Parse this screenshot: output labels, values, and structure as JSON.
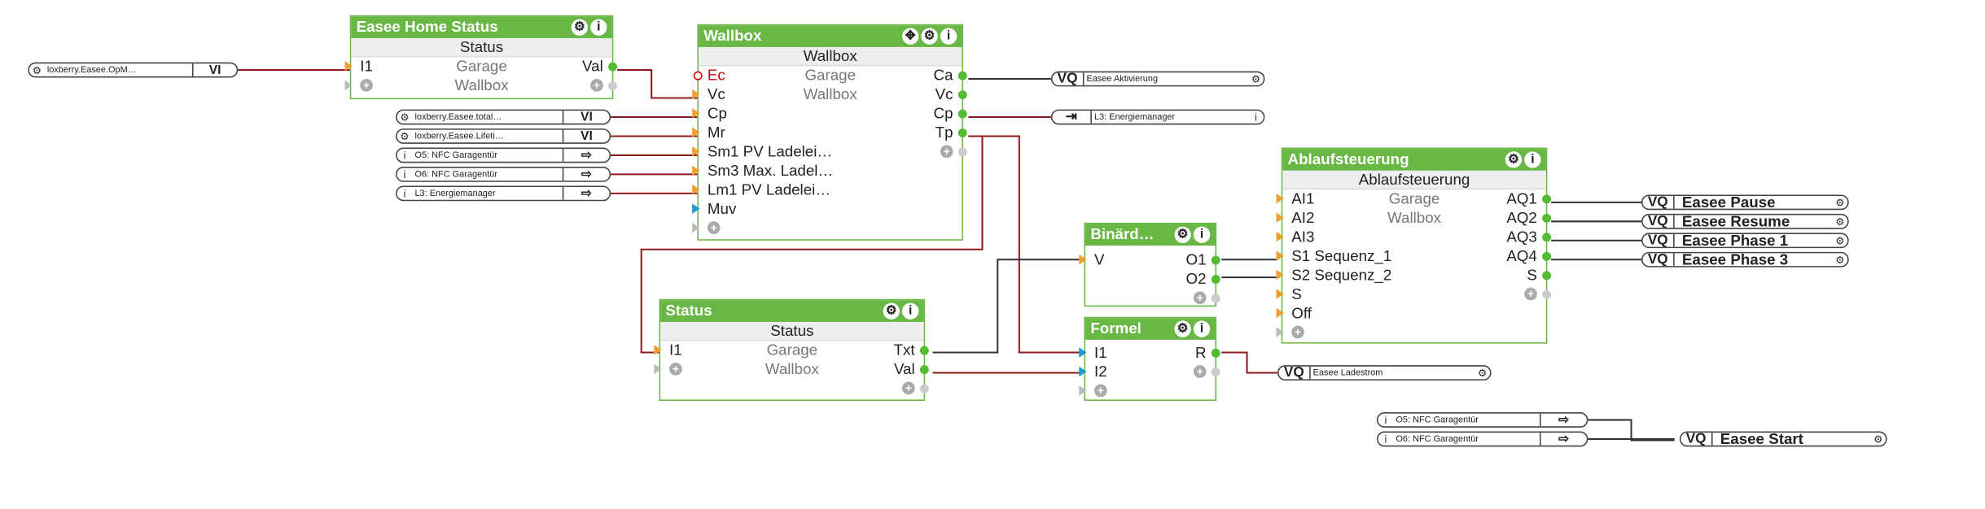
{
  "blocks": {
    "easee_home": {
      "title": "Easee Home Status",
      "name": "Status",
      "in": [
        "I1"
      ],
      "out": [
        "Val"
      ],
      "mid": [
        "Garage",
        "Wallbox"
      ]
    },
    "wallbox": {
      "title": "Wallbox",
      "name": "Wallbox",
      "in": [
        "Ec",
        "Vc",
        "Cp",
        "Mr",
        "Sm1 PV Ladelei…",
        "Sm3 Max. Ladel…",
        "Lm1 PV Ladelei…",
        "Muv"
      ],
      "out": [
        "Ca",
        "Vc",
        "Cp",
        "Tp"
      ],
      "mid": [
        "Garage",
        "Wallbox"
      ]
    },
    "status": {
      "title": "Status",
      "name": "Status",
      "in": [
        "I1"
      ],
      "out": [
        "Txt",
        "Val"
      ],
      "mid": [
        "Garage",
        "Wallbox"
      ]
    },
    "binaer": {
      "title": "Binärd…",
      "in": [
        "V"
      ],
      "out": [
        "O1",
        "O2"
      ]
    },
    "formel": {
      "title": "Formel",
      "in": [
        "I1",
        "I2"
      ],
      "out": [
        "R"
      ]
    },
    "ablauf": {
      "title": "Ablaufsteuerung",
      "name": "Ablaufsteuerung",
      "in": [
        "AI1",
        "AI2",
        "AI3",
        "S1 Sequenz_1",
        "S2 Sequenz_2",
        "S",
        "Off"
      ],
      "out": [
        "AQ1",
        "AQ2",
        "AQ3",
        "AQ4",
        "S"
      ],
      "mid": [
        "Garage",
        "Wallbox"
      ]
    }
  },
  "refs": {
    "opm": {
      "label": "loxberry.Easee.OpM…",
      "tag": "VI"
    },
    "total": {
      "label": "loxberry.Easee.total…",
      "tag": "VI"
    },
    "lifeti": {
      "label": "loxberry.Easee.Lifeti…",
      "tag": "VI"
    },
    "o5a": {
      "label": "O5: NFC Garagentür"
    },
    "o6a": {
      "label": "O6: NFC Garagentür"
    },
    "l3a": {
      "label": "L3: Energiemanager"
    },
    "aktiv": {
      "tag": "VQ",
      "label": "Easee Aktivierung"
    },
    "l3b": {
      "label": "L3: Energiemanager"
    },
    "pause": {
      "tag": "VQ",
      "label": "Easee Pause"
    },
    "resume": {
      "tag": "VQ",
      "label": "Easee Resume"
    },
    "phase1": {
      "tag": "VQ",
      "label": "Easee Phase 1"
    },
    "phase3": {
      "tag": "VQ",
      "label": "Easee Phase 3"
    },
    "ladestrom": {
      "tag": "VQ",
      "label": "Easee Ladestrom"
    },
    "o5b": {
      "label": "O5: NFC Garagentür"
    },
    "o6b": {
      "label": "O6: NFC Garagentür"
    },
    "start": {
      "tag": "VQ",
      "label": "Easee Start"
    }
  },
  "colors": {
    "block_green": "#69b845",
    "wire_red": "#8b1a1a",
    "wire_black": "#333333",
    "pin_orange": "#f0a030",
    "pin_blue": "#2299cc"
  },
  "icons": [
    "gear-icon",
    "info-icon",
    "plus-icon",
    "move-icon",
    "output-arrow-icon",
    "input-arrow-icon"
  ]
}
